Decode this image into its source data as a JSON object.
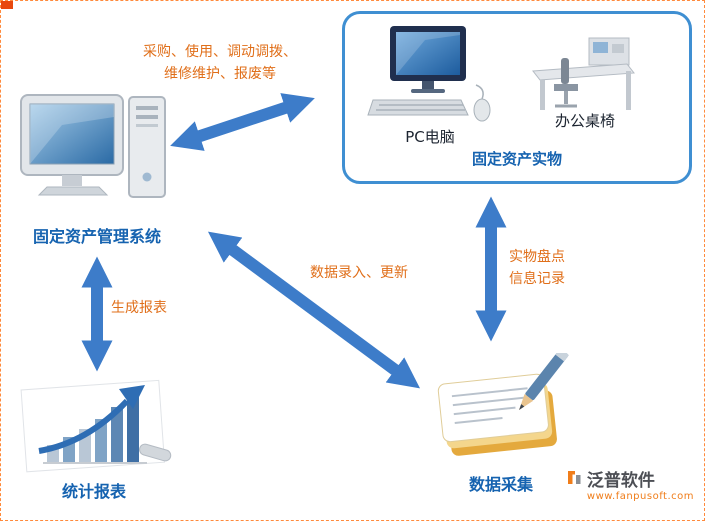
{
  "diagram": {
    "system_label": "固定资产管理系统",
    "assets_box_title": "固定资产实物",
    "pc_label": "PC电脑",
    "desk_label": "办公桌椅",
    "report_label": "统计报表",
    "collect_label": "数据采集",
    "edge_lifecycle_line1": "采购、使用、调动调拨、",
    "edge_lifecycle_line2": "维修维护、报废等",
    "edge_generate_report": "生成报表",
    "edge_data_entry": "数据录入、更新",
    "edge_inventory_line1": "实物盘点",
    "edge_inventory_line2": "信息记录"
  },
  "watermark": {
    "brand": "泛普软件",
    "url": "www.fanpusoft.com"
  },
  "colors": {
    "arrow": "#3d7cc9",
    "label_blue": "#1663b0",
    "label_orange": "#e06f1a",
    "box_border": "#3f8fd2"
  }
}
